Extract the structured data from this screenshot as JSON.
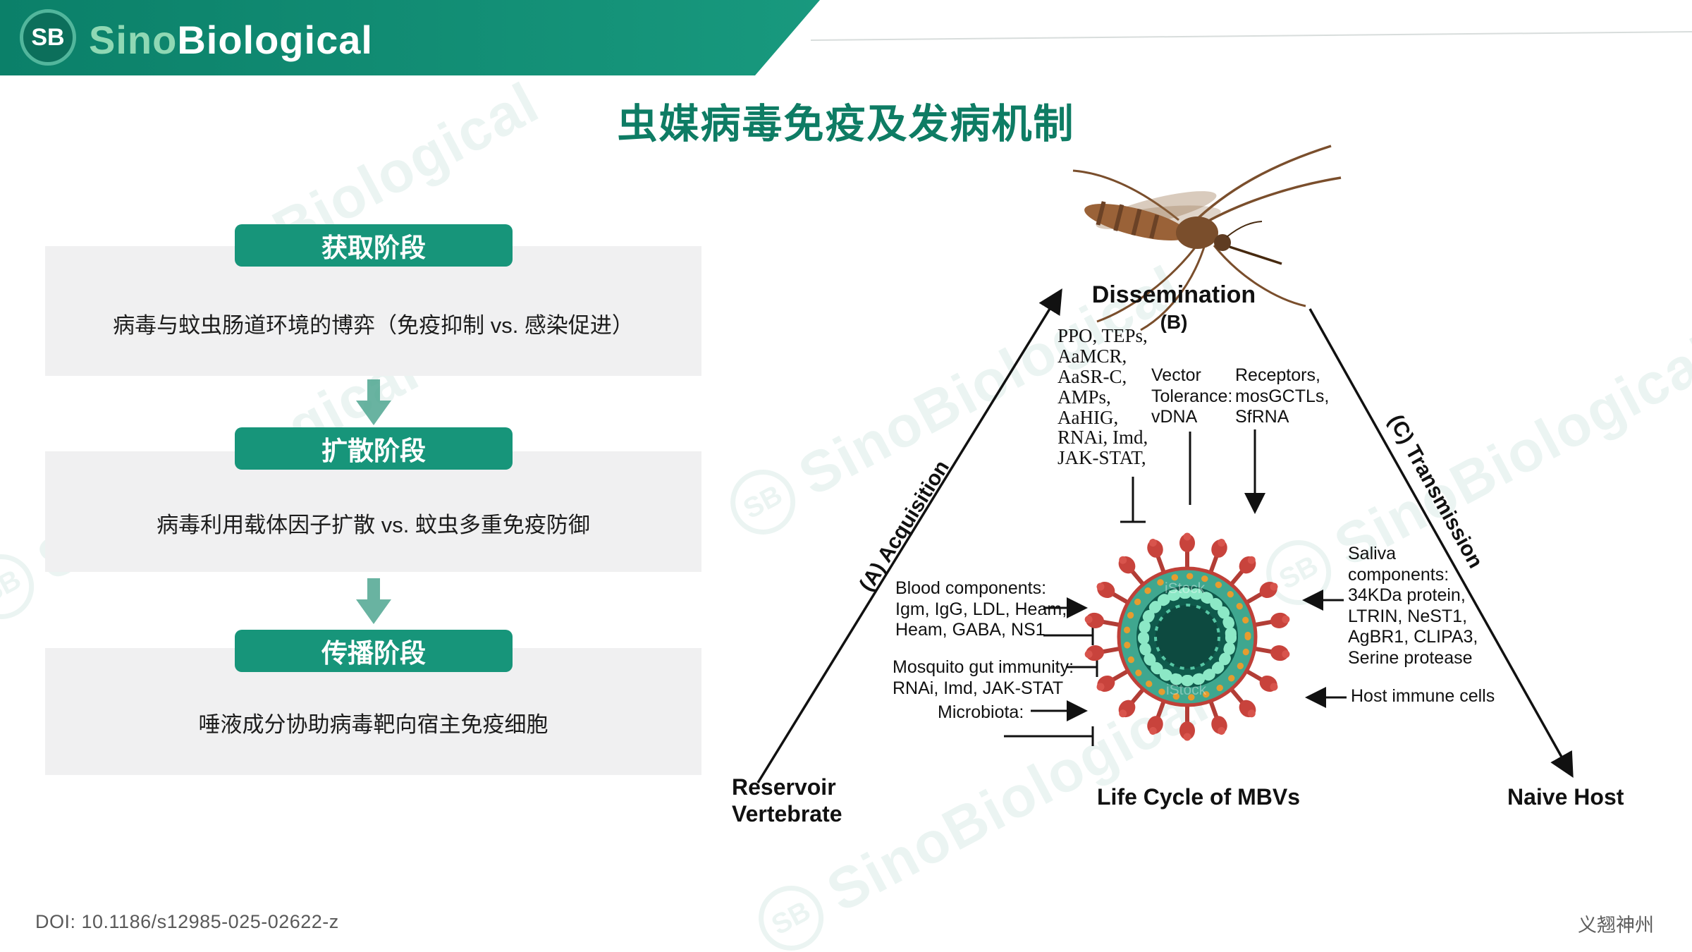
{
  "header": {
    "logo_sb": "SB",
    "brand_sino": "Sino",
    "brand_biological": "Biological"
  },
  "title": "虫媒病毒免疫及发病机制",
  "flow": {
    "stages": [
      {
        "label": "获取阶段",
        "desc": "病毒与蚊虫肠道环境的博弈（免疫抑制 vs. 感染促进）"
      },
      {
        "label": "扩散阶段",
        "desc": "病毒利用载体因子扩散 vs. 蚊虫多重免疫防御"
      },
      {
        "label": "传播阶段",
        "desc": "唾液成分协助病毒靶向宿主免疫细胞"
      }
    ]
  },
  "diagram": {
    "dissemination": "Dissemination",
    "dissemination_sub": "(B)",
    "left_list": "PPO, TEPs,\nAaMCR,\nAaSR-C,\nAMPs,\nAaHIG,\nRNAi, Imd,\nJAK-STAT,",
    "vector_tolerance": "Vector\nTolerance:\nvDNA",
    "receptors": "Receptors,\nmosGCTLs,\nSfRNA",
    "acquisition": "(A) Acquisition",
    "transmission": "(C) Transmission",
    "blood_components": "Blood components:\nIgm, IgG, LDL, Heam,\nHeam, GABA, NS1",
    "gut_immunity": "Mosquito gut immunity:\nRNAi, Imd, JAK-STAT",
    "microbiota": "Microbiota:",
    "saliva": "Saliva\ncomponents:\n34KDa protein,\nLTRIN, NeST1,\nAgBR1, CLIPA3,\nSerine protease",
    "host_immune": "Host immune cells",
    "reservoir": "Reservoir\nVertebrate",
    "life_cycle": "Life Cycle of MBVs",
    "naive_host": "Naive Host",
    "istock": "iStock"
  },
  "watermark": {
    "circle": "SB",
    "text": "SinoBiological"
  },
  "footer": {
    "doi": "DOI: 10.1186/s12985-025-02622-z",
    "company": "义翘神州"
  },
  "colors": {
    "accent_teal": "#17957a",
    "header_gradient_start": "#0b8069",
    "header_gradient_end": "#18997e",
    "title_green": "#0e7c64",
    "stage_box_gray": "#f0f0f1",
    "flow_arrow_teal": "#4fa690",
    "virus_spike_red": "#c8433c",
    "virus_body_teal": "#3fa78f",
    "virus_core_dark": "#0d4a40"
  }
}
